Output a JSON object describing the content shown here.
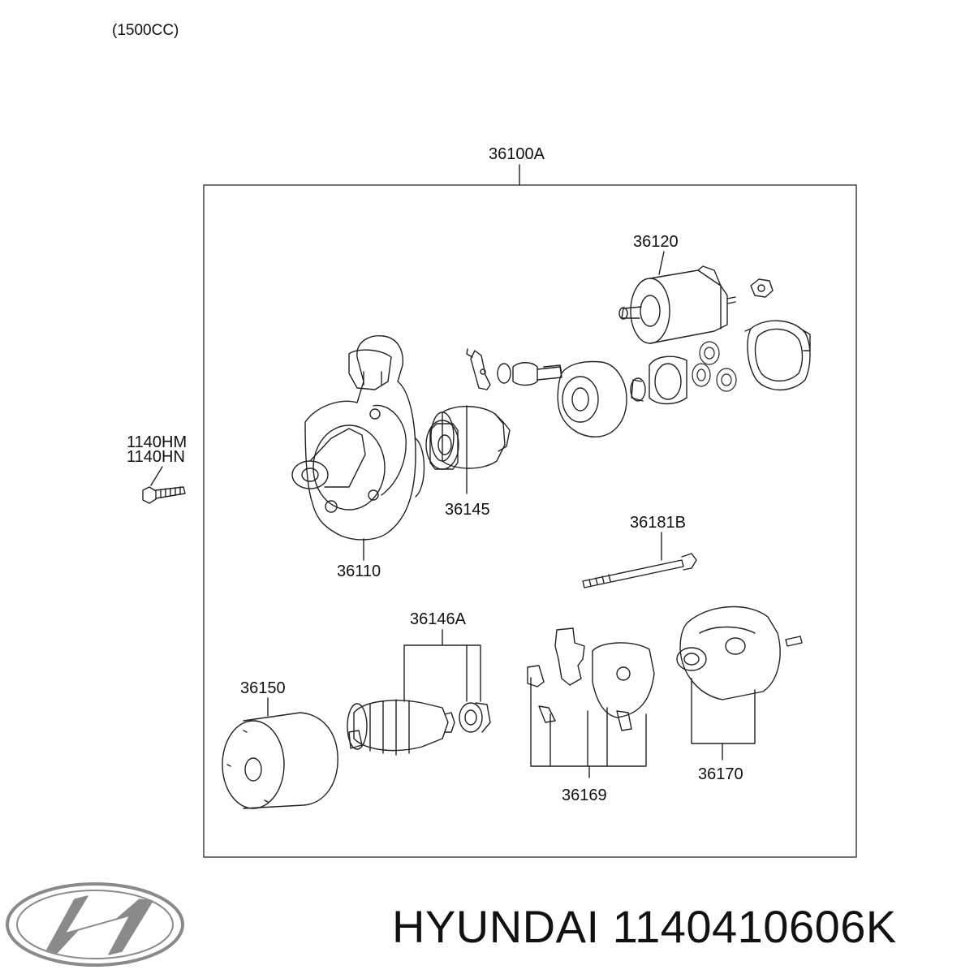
{
  "engine_variant": "(1500CC)",
  "assembly": {
    "part_number": "36100A"
  },
  "parts": {
    "solenoid": "36120",
    "drive_lever_pinion": "36145",
    "front_bracket": "36110",
    "bolt_a": "1140HM",
    "bolt_b": "1140HN",
    "through_bolt": "36181B",
    "armature_set": "36146A",
    "yoke": "36150",
    "brush_holder": "36169",
    "rear_bracket": "36170"
  },
  "brand": {
    "name": "HYUNDAI",
    "part_number": "1140410606K"
  },
  "icons": {
    "logo": "hyundai-logo-icon"
  },
  "colors": {
    "line": "#222222",
    "logo": "#8a8a8a",
    "text": "#111111"
  }
}
